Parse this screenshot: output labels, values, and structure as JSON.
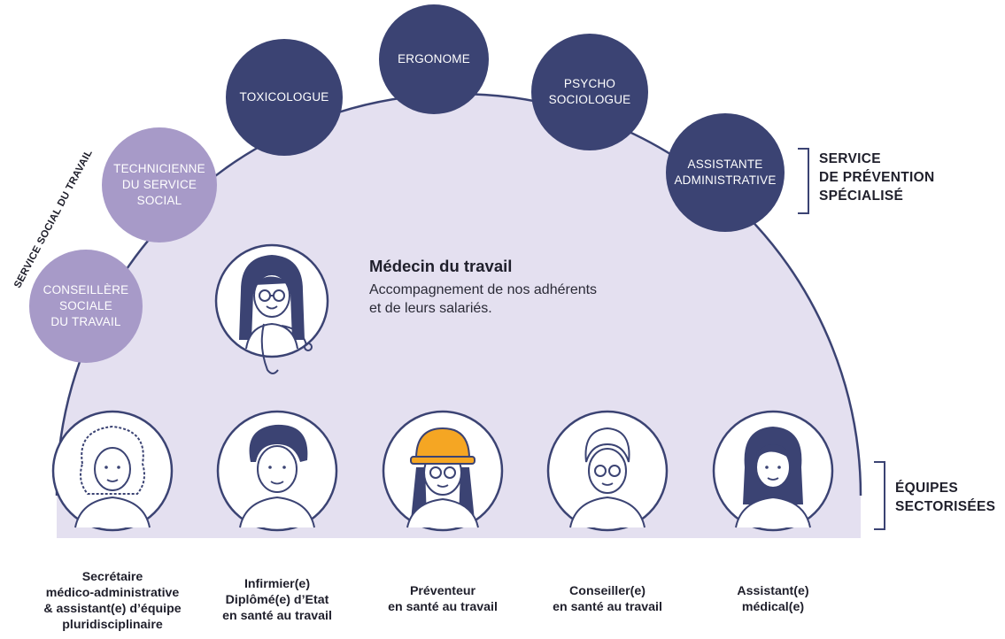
{
  "arc_label": "SERVICE SOCIAL DU TRAVAIL",
  "social_service": [
    {
      "name": "conseillere-sociale",
      "label": "CONSEILLÈRE\nSOCIALE\nDU TRAVAIL"
    },
    {
      "name": "technicienne-service-social",
      "label": "TECHNICIENNE\nDU SERVICE\nSOCIAL"
    }
  ],
  "specialized_service": [
    {
      "name": "toxicologue",
      "label": "TOXICOLOGUE"
    },
    {
      "name": "ergonome",
      "label": "ERGONOME"
    },
    {
      "name": "psycho-sociologue",
      "label": "PSYCHO\nSOCIOLOGUE"
    },
    {
      "name": "assistante-administrative",
      "label": "ASSISTANTE\nADMINISTRATIVE"
    }
  ],
  "specialized_service_label": "SERVICE\nDE PRÉVENTION\nSPÉCIALISÉ",
  "doctor": {
    "title": "Médecin du travail",
    "description": "Accompagnement de nos adhérents\net de leurs salariés."
  },
  "sector_teams_label": "ÉQUIPES\nSECTORISÉES",
  "sector_teams": [
    {
      "name": "secretaire",
      "avatar": "curly-hair-person-icon",
      "label": "Secrétaire\nmédico-administrative\n& assistant(e) d’équipe\npluridisciplinaire"
    },
    {
      "name": "infirmier",
      "avatar": "afro-hair-person-icon",
      "label": "Infirmier(e)\nDiplômé(e) d’Etat\nen santé au travail"
    },
    {
      "name": "preventeur",
      "avatar": "hard-hat-person-icon",
      "label": "Préventeur\nen santé au travail"
    },
    {
      "name": "conseiller",
      "avatar": "glasses-older-person-icon",
      "label": "Conseiller(e)\nen santé au travail"
    },
    {
      "name": "assistant-medical",
      "avatar": "long-hair-person-icon",
      "label": "Assistant(e)\nmédical(e)"
    }
  ],
  "colors": {
    "navy": "#3b4373",
    "lavender": "#a79ac8",
    "background_fill": "#e4e0f0",
    "text": "#1f1f2b"
  }
}
